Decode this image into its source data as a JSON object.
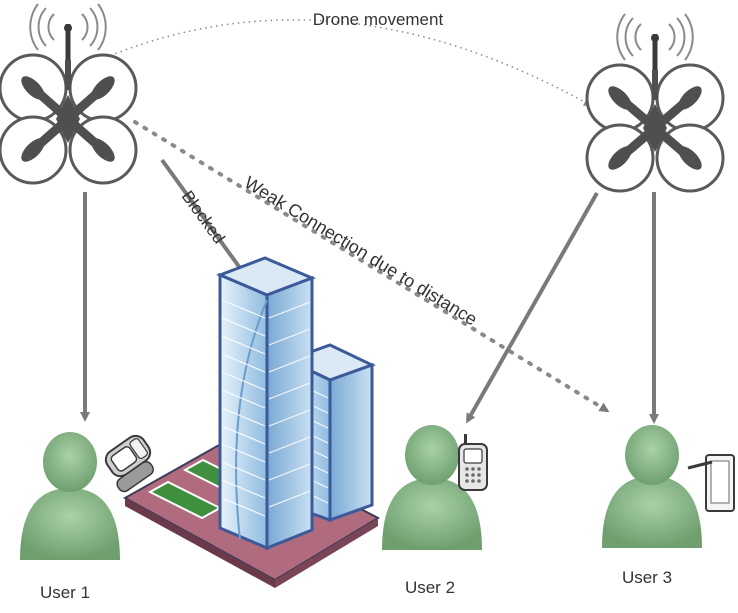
{
  "labels": {
    "drone_movement": "Drone movement",
    "weak_connection": "Weak Connection due to distance",
    "blocked": "Blocked",
    "user1": "User 1",
    "user2": "User 2",
    "user3": "User 3"
  },
  "colors": {
    "drone_outline": "#5a5a5a",
    "drone_arm": "#4f4f4f",
    "link_line": "#7a7a7a",
    "user_fill": "#8ab98a",
    "building_glass": "#a8cde6",
    "building_edge": "#3c5a9a",
    "plaza_fill": "#b06b7e",
    "lawn_green": "#3f8f3f"
  },
  "icons": {
    "drone": "quadcopter-icon",
    "antenna": "antenna-signal-icon",
    "user": "person-icon",
    "building": "skyscraper-icon",
    "phone1": "flip-phone-icon",
    "phone2": "feature-phone-icon",
    "device3": "tablet-stylus-icon"
  }
}
